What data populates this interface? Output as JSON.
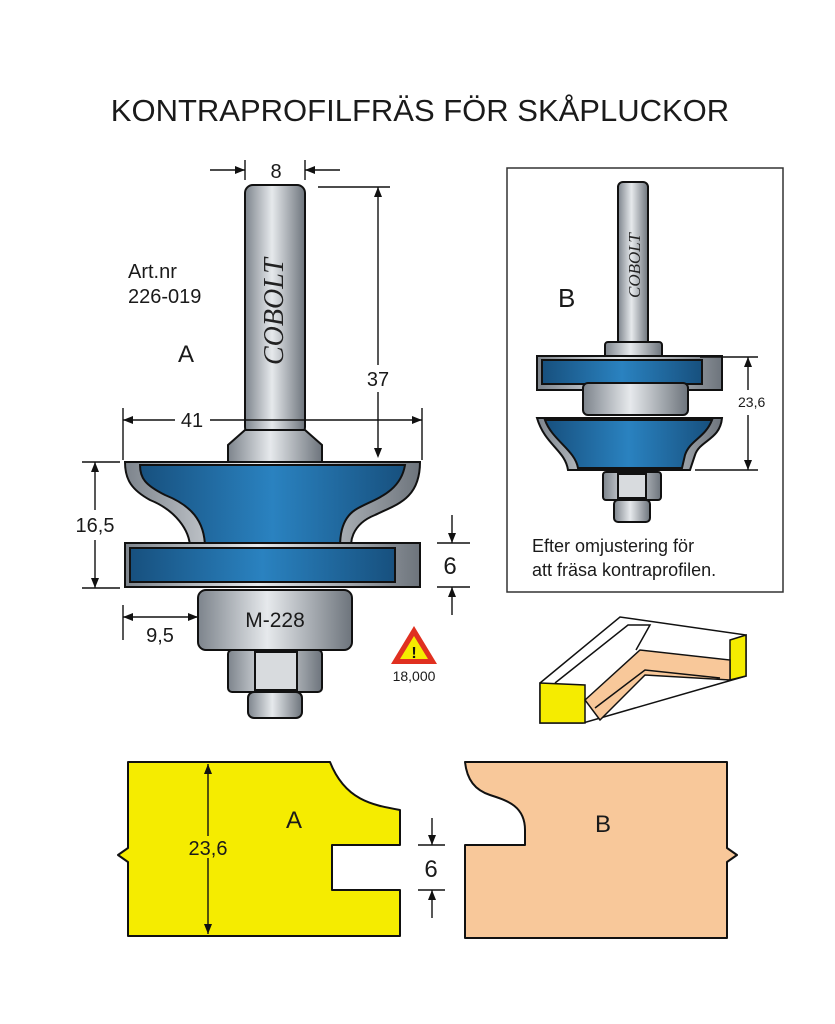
{
  "title": "KONTRAPROFILFRÄS FÖR SKÅPLUCKOR",
  "art": {
    "label": "Art.nr",
    "number": "226-019"
  },
  "bit_a": {
    "label": "A",
    "brand": "COBOLT",
    "bearing": "M-228",
    "dims": {
      "shank": "8",
      "height": "37",
      "diameter": "41",
      "cut_height": "16,5",
      "groove": "6",
      "depth": "9,5"
    }
  },
  "warning": {
    "rpm": "18,000"
  },
  "bit_b": {
    "label": "B",
    "brand": "COBOLT",
    "dim": "23,6",
    "caption_line1": "Efter omjustering för",
    "caption_line2": "att fräsa kontraprofilen."
  },
  "profiles": {
    "a_label": "A",
    "b_label": "B",
    "thickness": "23,6",
    "groove": "6"
  },
  "colors": {
    "blue": "#1f6fa8",
    "yellow": "#f5ec00",
    "peach": "#f8c89a",
    "steel": "#b9bec4",
    "warning_red": "#e03020"
  }
}
